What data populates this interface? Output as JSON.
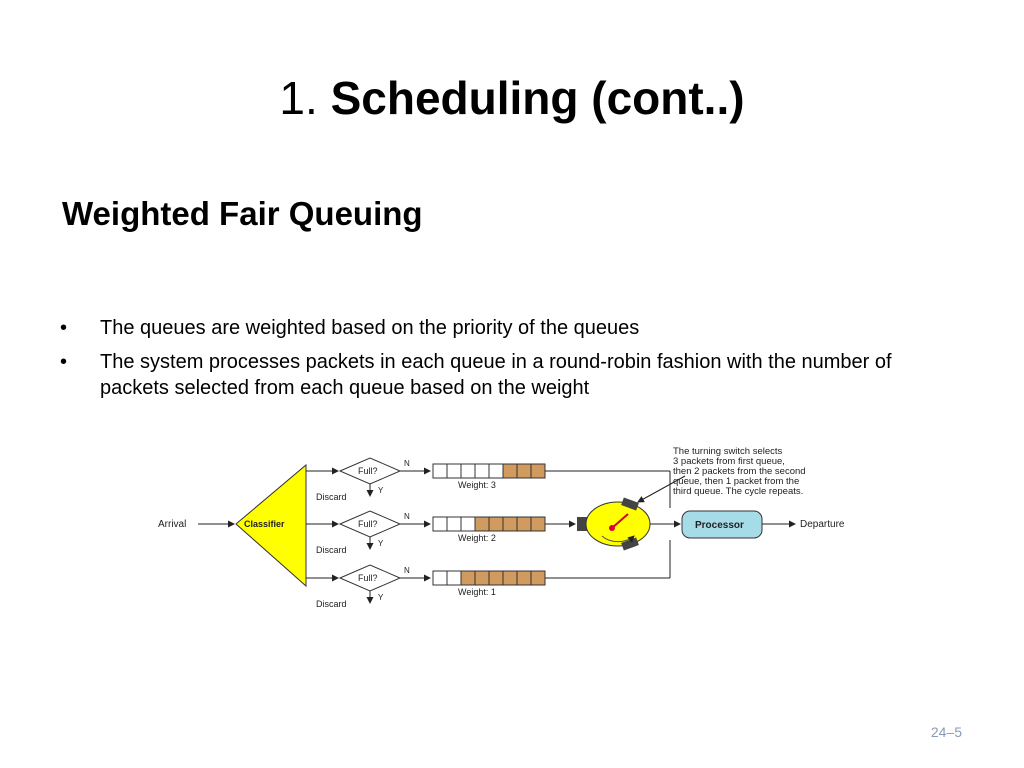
{
  "slide": {
    "title_number": "1.",
    "title_main": "Scheduling (cont..)",
    "subtitle": "Weighted Fair Queuing",
    "bullets": [
      "The queues are weighted based on the priority of the queues",
      "The system processes packets in each queue in a round-robin fashion with the number of packets selected from each queue based on the weight"
    ],
    "page_number": "24–5"
  },
  "diagram": {
    "arrival": "Arrival",
    "classifier": "Classifier",
    "full": "Full?",
    "no": "N",
    "yes": "Y",
    "discard": "Discard",
    "weights": [
      "Weight: 3",
      "Weight: 2",
      "Weight: 1"
    ],
    "processor": "Processor",
    "departure": "Departure",
    "note": [
      "The turning switch selects",
      "3 packets from first queue,",
      "then 2 packets from the second",
      "queue, then 1 packet from the",
      "third queue. The cycle repeats."
    ],
    "colors": {
      "classifier": "#ffff00",
      "packet": "#d19a5f",
      "processor": "#a6dbe8",
      "switch": "#ffff00",
      "pointer": "#d9002a"
    }
  }
}
